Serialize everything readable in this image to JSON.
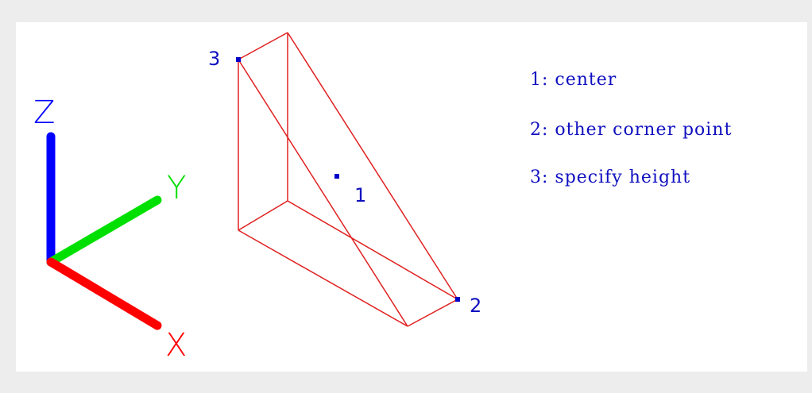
{
  "colors": {
    "background": "#ededed",
    "canvas": "#ffffff",
    "wireframe": "#e02020",
    "text": "#1010c0",
    "point": "#0000c8",
    "axis_x": "#ff0000",
    "axis_y": "#00e000",
    "axis_z": "#0000ff"
  },
  "axes": {
    "x_label": "X",
    "y_label": "Y",
    "z_label": "Z"
  },
  "points": {
    "p1": "1",
    "p2": "2",
    "p3": "3"
  },
  "legend": [
    "1: center",
    "2: other corner point",
    "3: specify height"
  ]
}
